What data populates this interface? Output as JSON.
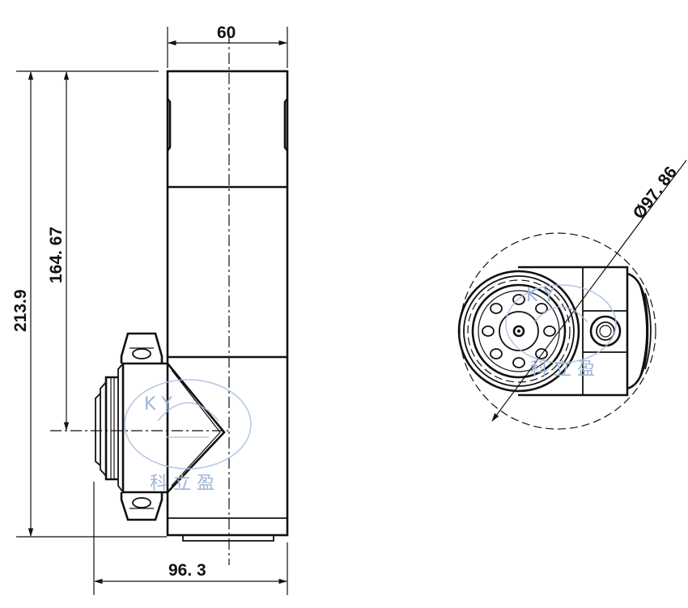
{
  "dimensions": {
    "width_top": "60",
    "total_height": "213.9",
    "height_to_axis": "164. 67",
    "width_bottom": "96. 3",
    "diameter": "Ø97. 86"
  },
  "watermark": {
    "letters": "K  Y",
    "chinese": "科 立 盈"
  },
  "colors": {
    "line": "#111111",
    "watermark": "#a8bedd",
    "background": "#ffffff"
  }
}
